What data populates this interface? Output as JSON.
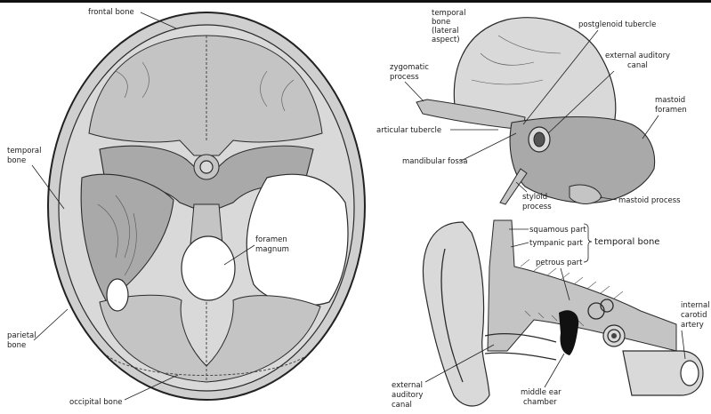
{
  "skull_base": {
    "frontal_bone": "frontal bone",
    "temporal_bone_line1": "temporal",
    "temporal_bone_line2": "bone",
    "foramen_magnum_line1": "foramen",
    "foramen_magnum_line2": "magnum",
    "parietal_bone_line1": "parietal",
    "parietal_bone_line2": "bone",
    "occipital_bone": "occipital bone"
  },
  "temporal_lateral": {
    "title_line1": "temporal",
    "title_line2": "bone",
    "title_line3": "(lateral",
    "title_line4": "aspect)",
    "postglenoid_tubercle": "postglenoid tubercle",
    "zygomatic_process_line1": "zygomatic",
    "zygomatic_process_line2": "process",
    "external_auditory_canal_line1": "external auditory",
    "external_auditory_canal_line2": "canal",
    "mastoid_foramen_line1": "mastoid",
    "mastoid_foramen_line2": "foramen",
    "articular_tubercle": "articular tubercle",
    "mandibular_fossa": "mandibular fossa",
    "styloid_process_line1": "styloid",
    "styloid_process_line2": "process",
    "mastoid_process": "mastoid process"
  },
  "ear": {
    "squamous_part": "squamous part",
    "tympanic_part": "tympanic part",
    "petrous_part": "petrous part",
    "temporal_bone": "temporal bone",
    "internal_carotid_line1": "internal",
    "internal_carotid_line2": "carotid",
    "internal_carotid_line3": "artery",
    "external_auditory_canal_line1": "external",
    "external_auditory_canal_line2": "auditory",
    "external_auditory_canal_line3": "canal",
    "middle_ear_line1": "middle ear",
    "middle_ear_line2": "chamber"
  }
}
